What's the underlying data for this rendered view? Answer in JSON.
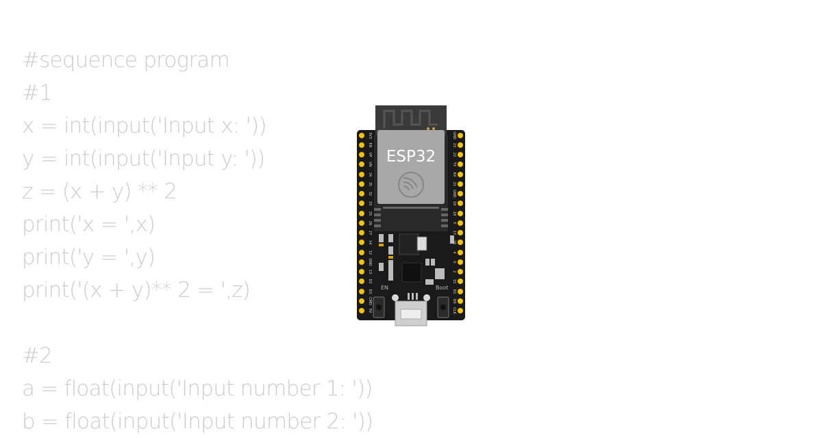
{
  "code_lines": [
    "#sequence program",
    "#1",
    "x = int(input('Input x: '))",
    "y = int(input('Input y: '))",
    "z = (x + y) ** 2",
    "print('x = ',x)",
    "print('y = ',y)",
    "print('(x + y)** 2 = ',z)",
    "",
    "#2",
    "a = float(input('Input number 1: '))",
    "b = float(input('Input number 2: '))"
  ],
  "board": {
    "chip_label": "ESP32",
    "button_left_label": "EN",
    "button_right_label": "Boot",
    "left_pins": [
      "3V3",
      "EN",
      "VP",
      "VN",
      "34",
      "35",
      "32",
      "33",
      "25",
      "26",
      "27",
      "14",
      "12",
      "GND",
      "13",
      "D2",
      "D3",
      "CMD",
      "5V"
    ],
    "right_pins": [
      "GND",
      "23",
      "22",
      "TX",
      "RX",
      "21",
      "GND",
      "19",
      "18",
      "5",
      "17",
      "16",
      "4",
      "0",
      "2",
      "15",
      "D1",
      "D0",
      "CLK"
    ],
    "colors": {
      "pcb": "#1a1a1a",
      "module_shield": "#a8a8a8",
      "antenna_pcb": "#3a3a3a",
      "pin_gold": "#f2c300",
      "text_color": "#cccccc"
    }
  }
}
